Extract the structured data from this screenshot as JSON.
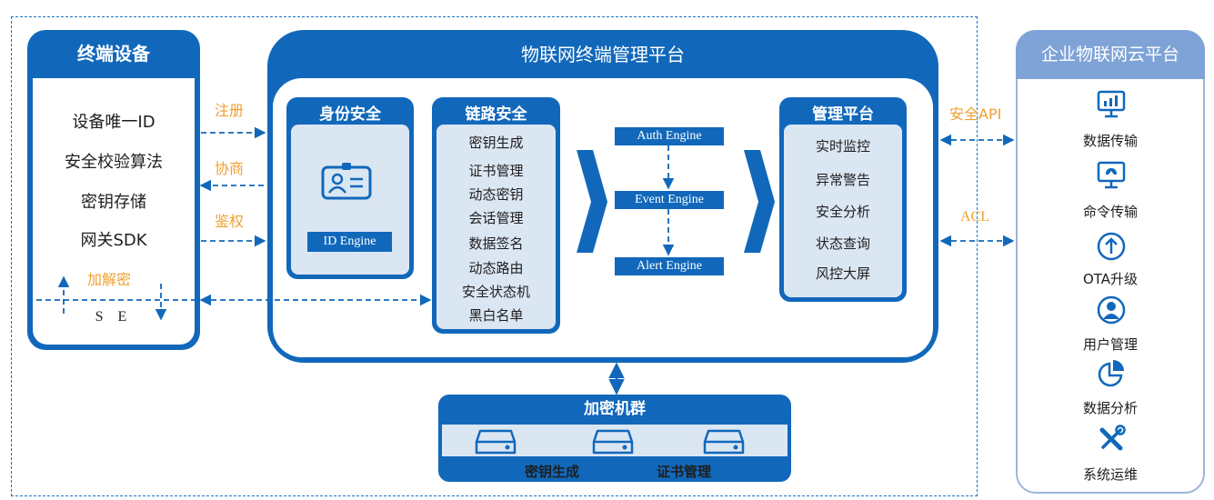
{
  "terminal": {
    "title": "终端设备",
    "items": [
      "设备唯一ID",
      "安全校验算法",
      "密钥存储",
      "网关SDK"
    ],
    "encrypt_label": "加解密",
    "se_label": "S E"
  },
  "connections": {
    "register": "注册",
    "negotiate": "协商",
    "authenticate": "鉴权",
    "security_api": "安全API",
    "acl": "ACL"
  },
  "platform": {
    "title": "物联网终端管理平台",
    "identity": {
      "title": "身份安全",
      "engine": "ID Engine",
      "icon": "id-card-icon"
    },
    "link": {
      "title": "链路安全",
      "items": [
        "密钥生成",
        "证书管理",
        "动态密钥",
        "会话管理",
        "数据签名",
        "动态路由",
        "安全状态机",
        "黑白名单"
      ]
    },
    "engines": [
      "Auth Engine",
      "Event Engine",
      "Alert Engine"
    ],
    "management": {
      "title": "管理平台",
      "items": [
        "实时监控",
        "异常警告",
        "安全分析",
        "状态查询",
        "风控大屏"
      ]
    }
  },
  "crypto": {
    "title": "加密机群",
    "labels": [
      "密钥生成",
      "证书管理"
    ],
    "icon": "server-icon"
  },
  "cloud": {
    "title": "企业物联网云平台",
    "items": [
      {
        "label": "数据传输",
        "icon": "monitor-chart-icon"
      },
      {
        "label": "命令传输",
        "icon": "monitor-upload-icon"
      },
      {
        "label": "OTA升级",
        "icon": "upgrade-arrow-icon"
      },
      {
        "label": "用户管理",
        "icon": "user-icon"
      },
      {
        "label": "数据分析",
        "icon": "pie-chart-icon"
      },
      {
        "label": "系统运维",
        "icon": "tools-icon"
      }
    ]
  },
  "colors": {
    "primary": "#1168bb",
    "light_panel": "#dbe6f3",
    "accent_orange": "#f0a030",
    "cloud_header": "#7fa3d7",
    "cloud_border": "#9db6da"
  }
}
